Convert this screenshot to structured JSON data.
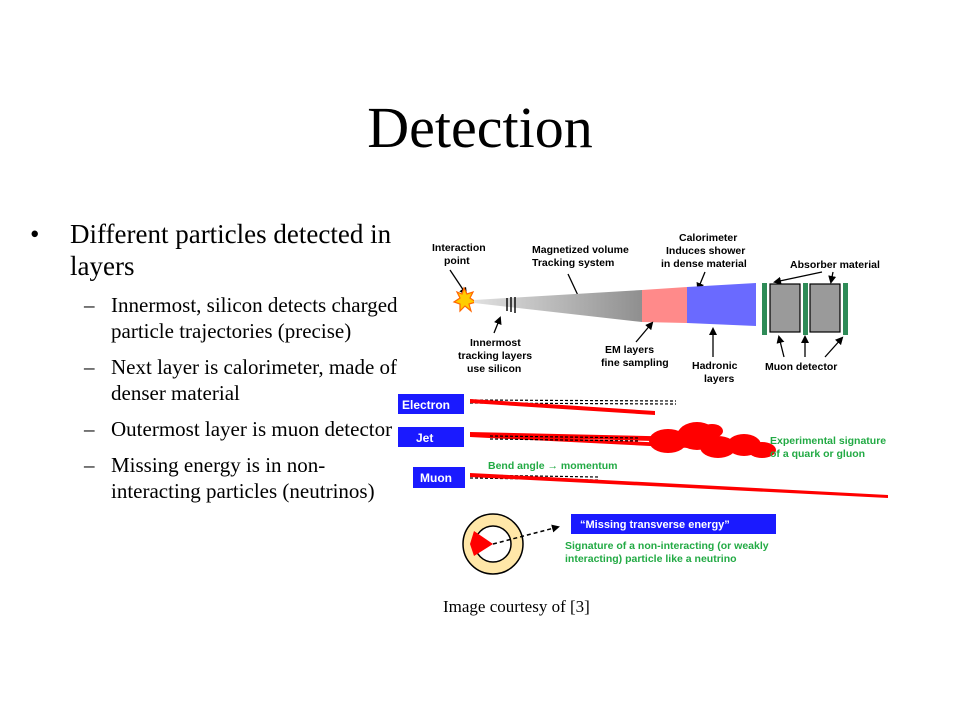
{
  "title": "Detection",
  "bullet": {
    "marker": "•",
    "text": "Different particles detected in layers",
    "subpoints": [
      {
        "dash": "–",
        "text": "Innermost, silicon detects charged particle trajectories (precise)"
      },
      {
        "dash": "–",
        "text": "Next layer is calorimeter, made of denser material"
      },
      {
        "dash": "–",
        "text": "Outermost layer is muon detector"
      },
      {
        "dash": "–",
        "text": "Missing energy is in non-interacting particles (neutrinos)"
      }
    ]
  },
  "diagram": {
    "top_labels": {
      "interaction_point": [
        "Interaction",
        "point"
      ],
      "magnetized": [
        "Magnetized volume",
        "Tracking system"
      ],
      "calorimeter": [
        "Calorimeter",
        "Induces shower",
        "in dense material"
      ],
      "absorber": [
        "Absorber material"
      ]
    },
    "bottom_labels": {
      "innermost": [
        "Innermost",
        "tracking layers",
        "use silicon"
      ],
      "em_layers": [
        "EM layers",
        "fine sampling"
      ],
      "hadronic": [
        "Hadronic",
        "layers"
      ],
      "muon_detector": [
        "Muon detector"
      ]
    },
    "particles": {
      "electron": "Electron",
      "jet": "Jet",
      "muon": "Muon"
    },
    "jet_signature": [
      "Experimental signature",
      "of a quark or gluon"
    ],
    "bend_angle": "Bend angle → momentum",
    "missing_energy": "“Missing transverse energy”",
    "missing_signature": [
      "Signature of a non-interacting (or weakly",
      "interacting) particle like a neutrino"
    ],
    "colors": {
      "tracking": "#9c9c9c",
      "em": "#ff8a8a",
      "hadronic": "#6a6aff",
      "muon_chamber": "#2e8b57",
      "label_blue": "#1a1aff",
      "signature_green": "#22aa44",
      "track_red": "#ff0000"
    }
  },
  "credit": "Image courtesy of [3]"
}
